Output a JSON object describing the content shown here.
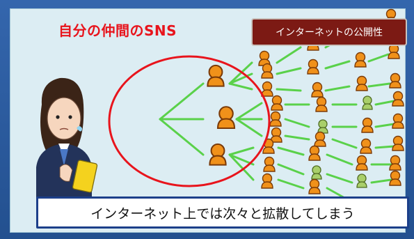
{
  "title": "自分の仲間のSNS",
  "badge": "インターネットの公開性",
  "caption": "インターネット上では次々と拡散してしまう",
  "colors": {
    "red": "#e8141c",
    "badge_bg": "#7c1a14",
    "caption_border": "#1c3f8a",
    "link_green": "#5ad14a",
    "person_orange": "#f0911a"
  },
  "icons": [
    "person-icon",
    "student-girl-illustration"
  ]
}
